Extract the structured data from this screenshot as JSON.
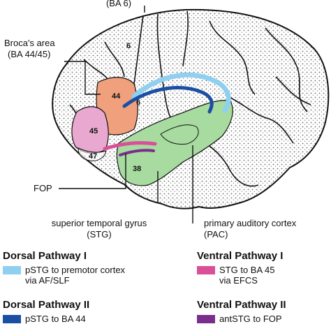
{
  "labels": {
    "ba6_top": "(BA 6)",
    "broca_title": "Broca's area",
    "broca_ba": "(BA 44/45)",
    "fop": "FOP",
    "stg_line1": "superior temporal gyrus",
    "stg_line2": "(STG)",
    "pac_line1": "primary auditory cortex",
    "pac_line2": "(PAC)"
  },
  "regions": {
    "r6_upper": "6",
    "r6_lower": "6",
    "r44": "44",
    "r45": "45",
    "r47": "47",
    "r38": "38"
  },
  "colors": {
    "ba44": "#f0a07c",
    "ba45": "#e9a8cf",
    "stg": "#a7dba0",
    "dorsal1": "#8fd0f0",
    "dorsal2": "#1a4fa3",
    "ventral1": "#d94f98",
    "ventral2": "#7a2e8c"
  },
  "legend": {
    "dorsal1": {
      "title": "Dorsal Pathway I",
      "line1": "pSTG to premotor cortex",
      "line2": "via AF/SLF"
    },
    "ventral1": {
      "title": "Ventral Pathway I",
      "line1": "STG to BA 45",
      "line2": "via EFCS"
    },
    "dorsal2": {
      "title": "Dorsal Pathway II",
      "line1": "pSTG to BA 44"
    },
    "ventral2": {
      "title": "Ventral Pathway II",
      "line1": "antSTG to FOP"
    }
  }
}
